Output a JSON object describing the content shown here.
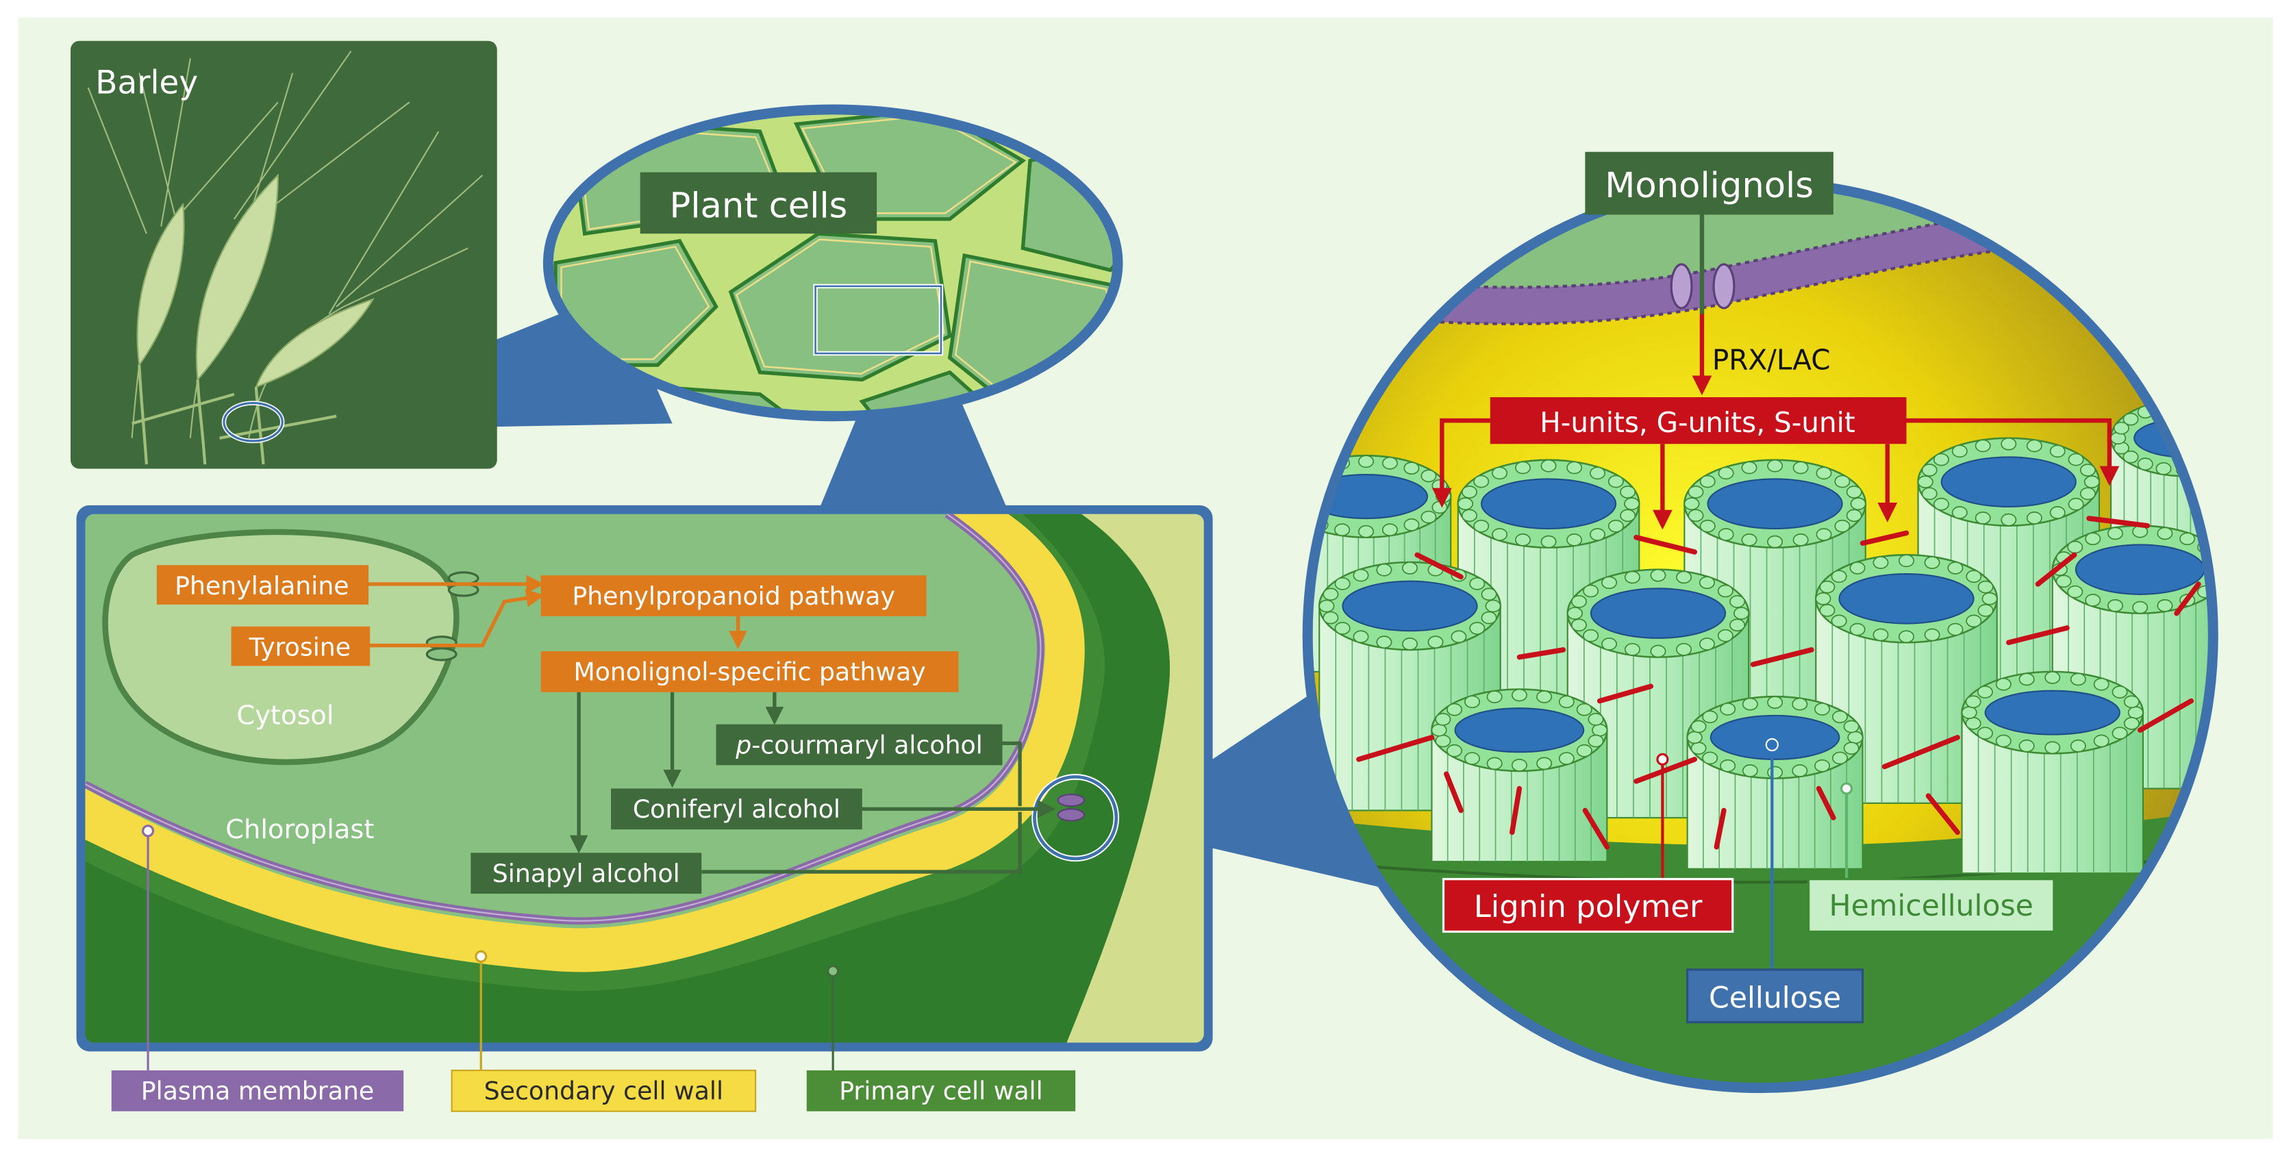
{
  "labels": {
    "barley": "Barley",
    "plant_cells": "Plant cells",
    "monolignols": "Monolignols",
    "prx_lac": "PRX/LAC",
    "units": "H-units, G-units, S-unit",
    "phenylalanine": "Phenylalanine",
    "tyrosine": "Tyrosine",
    "phenylpropanoid": "Phenylpropanoid pathway",
    "monolignol_specific": "Monolignol-specific pathway",
    "p_prefix": "p",
    "p_coumaryl_rest": "-courmaryl alcohol",
    "coniferyl": "Coniferyl alcohol",
    "sinapyl": "Sinapyl alcohol",
    "cytosol": "Cytosol",
    "chloroplast": "Chloroplast",
    "plasma_membrane": "Plasma membrane",
    "secondary_wall": "Secondary cell wall",
    "primary_wall": "Primary cell wall",
    "lignin_polymer": "Lignin polymer",
    "hemicellulose": "Hemicellulose",
    "cellulose": "Cellulose"
  },
  "colors": {
    "page_bg": "#edf7e5",
    "dark_green": "#3f6a3b",
    "cell_green": "#87c081",
    "frame_blue": "#3f72ad",
    "orange": "#dd7a1c",
    "red": "#c8101b",
    "purple": "#8a6aa8",
    "yellow": "#f5dc45",
    "wall_green": "#4c8e37",
    "cellulose_blue": "#2f72b7",
    "fibril_green": "#92e29a"
  }
}
